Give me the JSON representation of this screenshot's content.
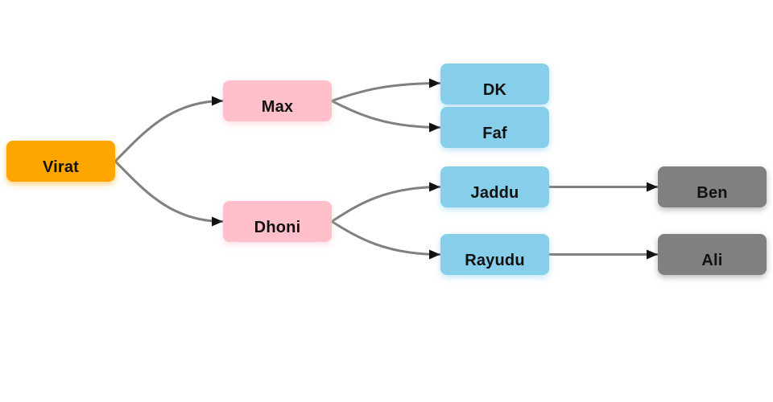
{
  "diagram": {
    "background_color": "#ffffff",
    "edge_color": "#808080",
    "arrowhead_color": "#111111",
    "nodes": {
      "virat": {
        "label": "Virat",
        "color": "#FFA500",
        "level": 1
      },
      "max": {
        "label": "Max",
        "color": "#FFC0CB",
        "level": 2
      },
      "dhoni": {
        "label": "Dhoni",
        "color": "#FFC0CB",
        "level": 2
      },
      "dk": {
        "label": "DK",
        "color": "#87CEEB",
        "level": 3
      },
      "faf": {
        "label": "Faf",
        "color": "#87CEEB",
        "level": 3
      },
      "jaddu": {
        "label": "Jaddu",
        "color": "#87CEEB",
        "level": 3
      },
      "rayudu": {
        "label": "Rayudu",
        "color": "#87CEEB",
        "level": 3
      },
      "ben": {
        "label": "Ben",
        "color": "#808080",
        "level": 4
      },
      "ali": {
        "label": "Ali",
        "color": "#808080",
        "level": 4
      }
    },
    "edges": [
      {
        "from": "Virat",
        "to": "Max"
      },
      {
        "from": "Virat",
        "to": "Dhoni"
      },
      {
        "from": "Max",
        "to": "DK"
      },
      {
        "from": "Max",
        "to": "Faf"
      },
      {
        "from": "Dhoni",
        "to": "Jaddu"
      },
      {
        "from": "Dhoni",
        "to": "Rayudu"
      },
      {
        "from": "Jaddu",
        "to": "Ben"
      },
      {
        "from": "Rayudu",
        "to": "Ali"
      }
    ]
  }
}
